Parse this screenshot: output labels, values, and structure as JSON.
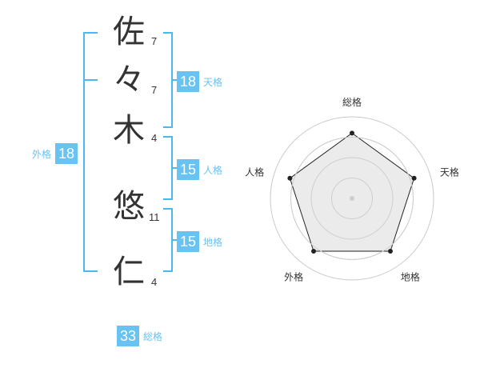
{
  "name": {
    "chars": [
      {
        "char": "佐",
        "strokes": "7"
      },
      {
        "char": "々",
        "strokes": "7"
      },
      {
        "char": "木",
        "strokes": "4"
      },
      {
        "char": "悠",
        "strokes": "11"
      },
      {
        "char": "仁",
        "strokes": "4"
      }
    ]
  },
  "grades": {
    "tenkaku": {
      "value": "18",
      "label": "天格"
    },
    "jinkaku": {
      "value": "15",
      "label": "人格"
    },
    "chikaku": {
      "value": "15",
      "label": "地格"
    },
    "gaikaku": {
      "value": "18",
      "label": "外格"
    },
    "soukaku": {
      "value": "33",
      "label": "総格"
    }
  },
  "chart_data": {
    "type": "radar",
    "axes": [
      "総格",
      "天格",
      "地格",
      "外格",
      "人格"
    ],
    "values": [
      4,
      4,
      4,
      4,
      4
    ],
    "rmax": 5,
    "rings": 4,
    "colors": {
      "fill": "#e8e8e8",
      "line": "#222222",
      "ring": "#cccccc"
    }
  },
  "colors": {
    "bracket": "#4db8f0",
    "badge": "#69c3f2"
  }
}
